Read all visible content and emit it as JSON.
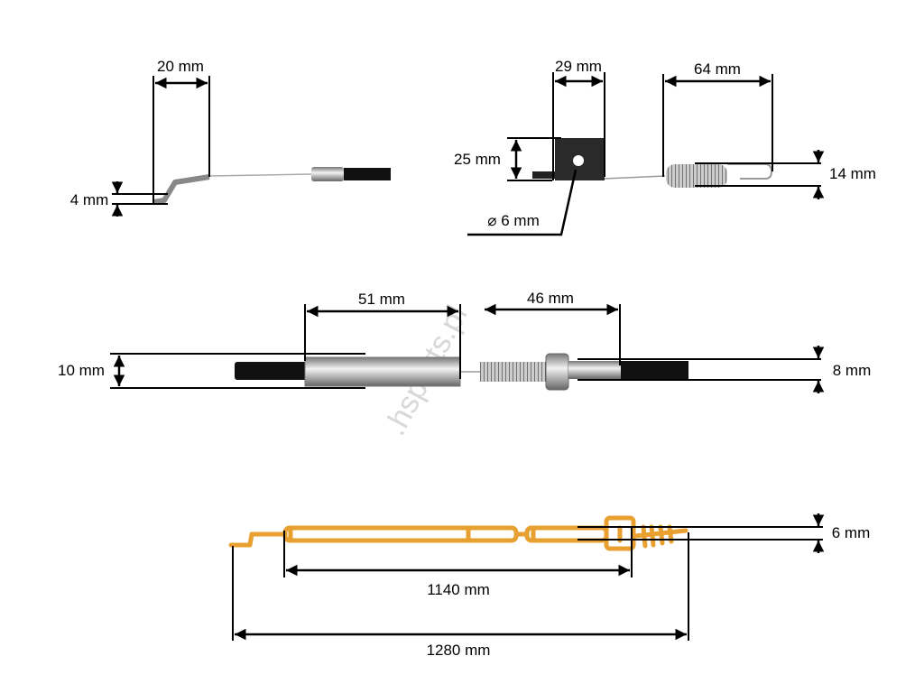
{
  "watermark": ".hsparts.pl",
  "colors": {
    "cable_outline": "#e8a030",
    "sleeve": "#111111",
    "metal": "#b8b8b8"
  },
  "part1": {
    "width_label": "20 mm",
    "offset_label": "4 mm"
  },
  "part2": {
    "bracket_width_label": "29 mm",
    "spring_length_label": "64 mm",
    "bracket_height_label": "25 mm",
    "spring_diameter_label": "14 mm",
    "hole_label": "⌀ 6 mm"
  },
  "part3": {
    "adjuster_length_label": "51 mm",
    "thread_length_label": "46 mm",
    "adjuster_diameter_label": "10 mm",
    "sleeve_diameter_label": "8 mm"
  },
  "overall": {
    "housing_length_label": "1140 mm",
    "total_length_label": "1280 mm",
    "end_diameter_label": "6 mm"
  }
}
